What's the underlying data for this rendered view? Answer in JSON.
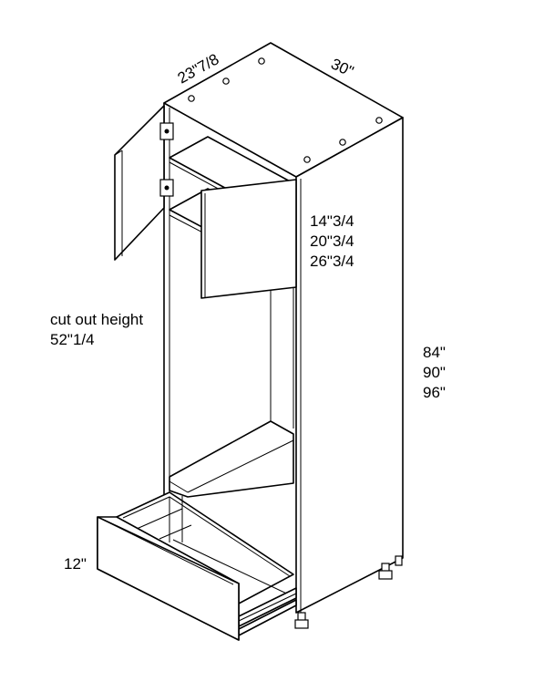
{
  "diagram": {
    "dimensions": {
      "depth": "23\"7/8",
      "width": "30\"",
      "door_heights": [
        "14\"3/4",
        "20\"3/4",
        "26\"3/4"
      ],
      "cutout_label": "cut out height",
      "cutout_value": "52\"1/4",
      "total_heights": [
        "84\"",
        "90\"",
        "96\""
      ],
      "drawer_height": "12\""
    }
  }
}
